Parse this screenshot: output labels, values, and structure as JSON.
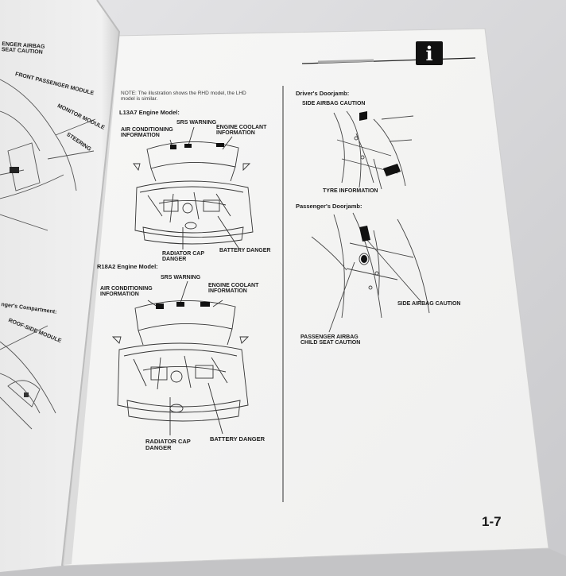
{
  "header": {
    "icon": "info-icon",
    "icon_glyph": "i"
  },
  "note": {
    "text": "NOTE: The illustration shows the RHD model, the LHD\nmodel is similar."
  },
  "l13a7": {
    "title": "L13A7 Engine Model:",
    "srs_warning": "SRS WARNING",
    "air_conditioning": "AIR CONDITIONING\nINFORMATION",
    "engine_coolant": "ENGINE COOLANT\nINFORMATION",
    "radiator_cap": "RADIATOR CAP\nDANGER",
    "battery": "BATTERY DANGER"
  },
  "r18a2": {
    "title": "R18A2 Engine Model:",
    "srs_warning": "SRS WARNING",
    "air_conditioning": "AIR CONDITIONING\nINFORMATION",
    "engine_coolant": "ENGINE COOLANT\nINFORMATION",
    "radiator_cap": "RADIATOR CAP\nDANGER",
    "battery": "BATTERY DANGER"
  },
  "drivers_doorjamb": {
    "title": "Driver's Doorjamb:",
    "side_airbag": "SIDE AIRBAG CAUTION",
    "tyre": "TYRE INFORMATION"
  },
  "passengers_doorjamb": {
    "title": "Passenger's Doorjamb:",
    "side_airbag": "SIDE AIRBAG CAUTION",
    "child_seat": "PASSENGER AIRBAG\nCHILD SEAT CAUTION"
  },
  "left_page": {
    "airbag_caution": "ENGER AIRBAG\nSEAT CAUTION",
    "front_passenger": "FRONT PASSENGER MODULE",
    "monitor": "MONITOR MODULE",
    "steering": "STEERING",
    "compartment": "nger's Compartment:",
    "roof_side": "ROOF-SIDE MODULE"
  },
  "footer": {
    "page_number": "1-7"
  }
}
